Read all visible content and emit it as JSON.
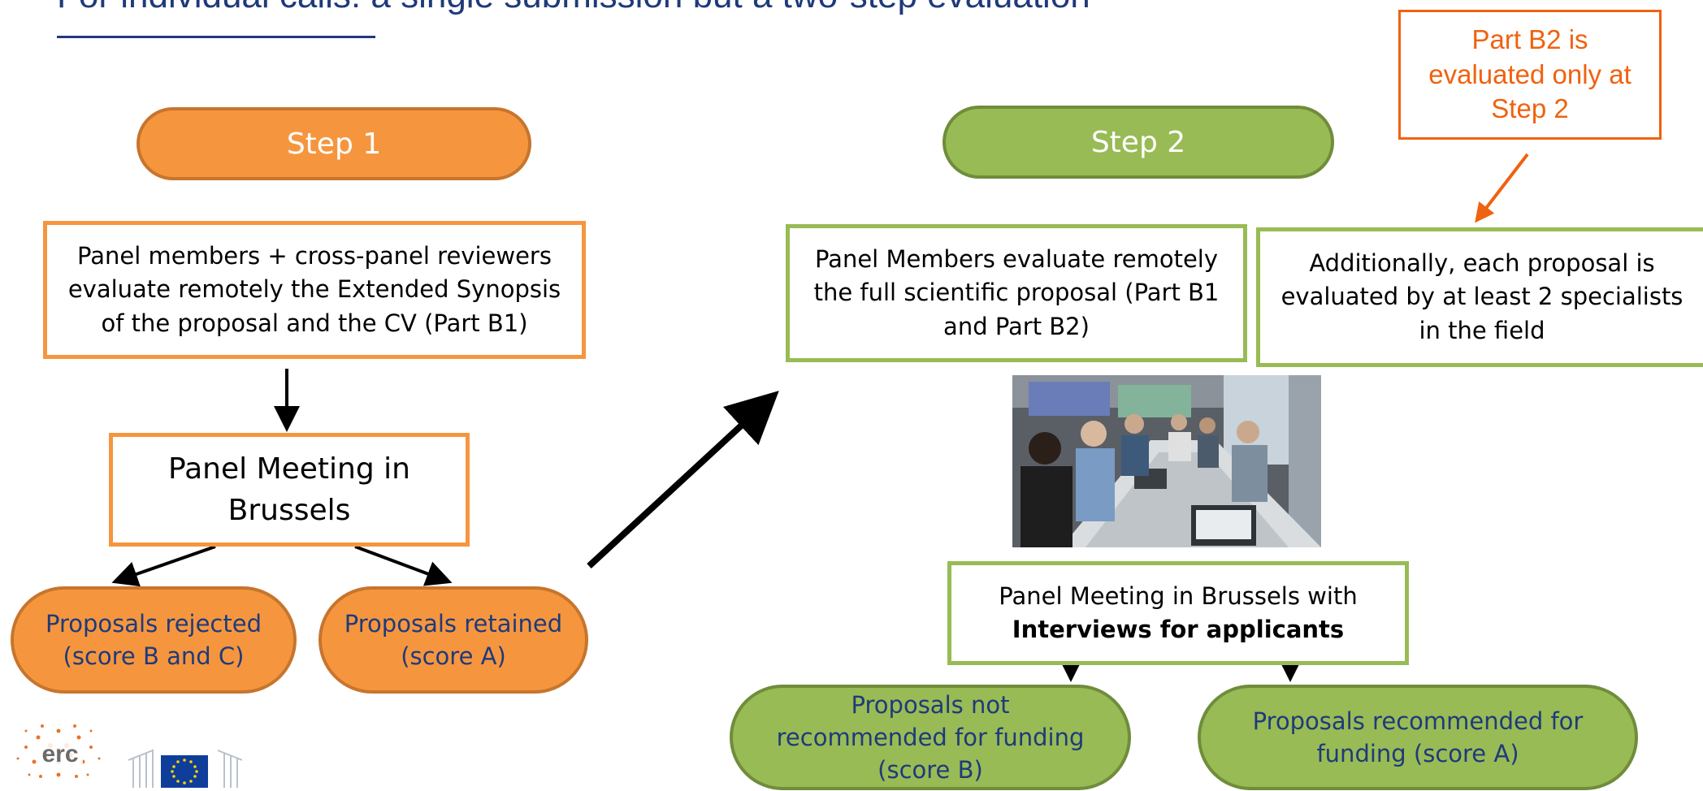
{
  "header": {
    "title": "For individual calls: a single submission but a two-step evaluation"
  },
  "step1": {
    "label": "Step 1",
    "remote_box": "Panel members + cross-panel reviewers evaluate remotely the Extended Synopsis of the proposal and the CV (Part B1)",
    "meeting_box": "Panel Meeting in Brussels",
    "rejected": "Proposals rejected (score B and C)",
    "retained": "Proposals retained (score A)"
  },
  "step2": {
    "label": "Step 2",
    "remote_box": "Panel Members evaluate remotely the full scientific proposal (Part B1 and Part B2)",
    "specialists_box": "Additionally, each proposal is evaluated by at least 2 specialists in the field",
    "meeting_box_line1": "Panel Meeting in Brussels with",
    "meeting_box_bold": "Interviews for applicants",
    "not_recommended": "Proposals not recommended for funding (score B)",
    "recommended": "Proposals recommended for funding (score A)"
  },
  "note": {
    "text": "Part B2 is evaluated only at Step 2"
  },
  "logos": {
    "erc": "erc"
  },
  "colors": {
    "orange": "#f5963f",
    "green": "#98bb55",
    "navy": "#1f3a7a",
    "note_orange": "#f0620f"
  }
}
